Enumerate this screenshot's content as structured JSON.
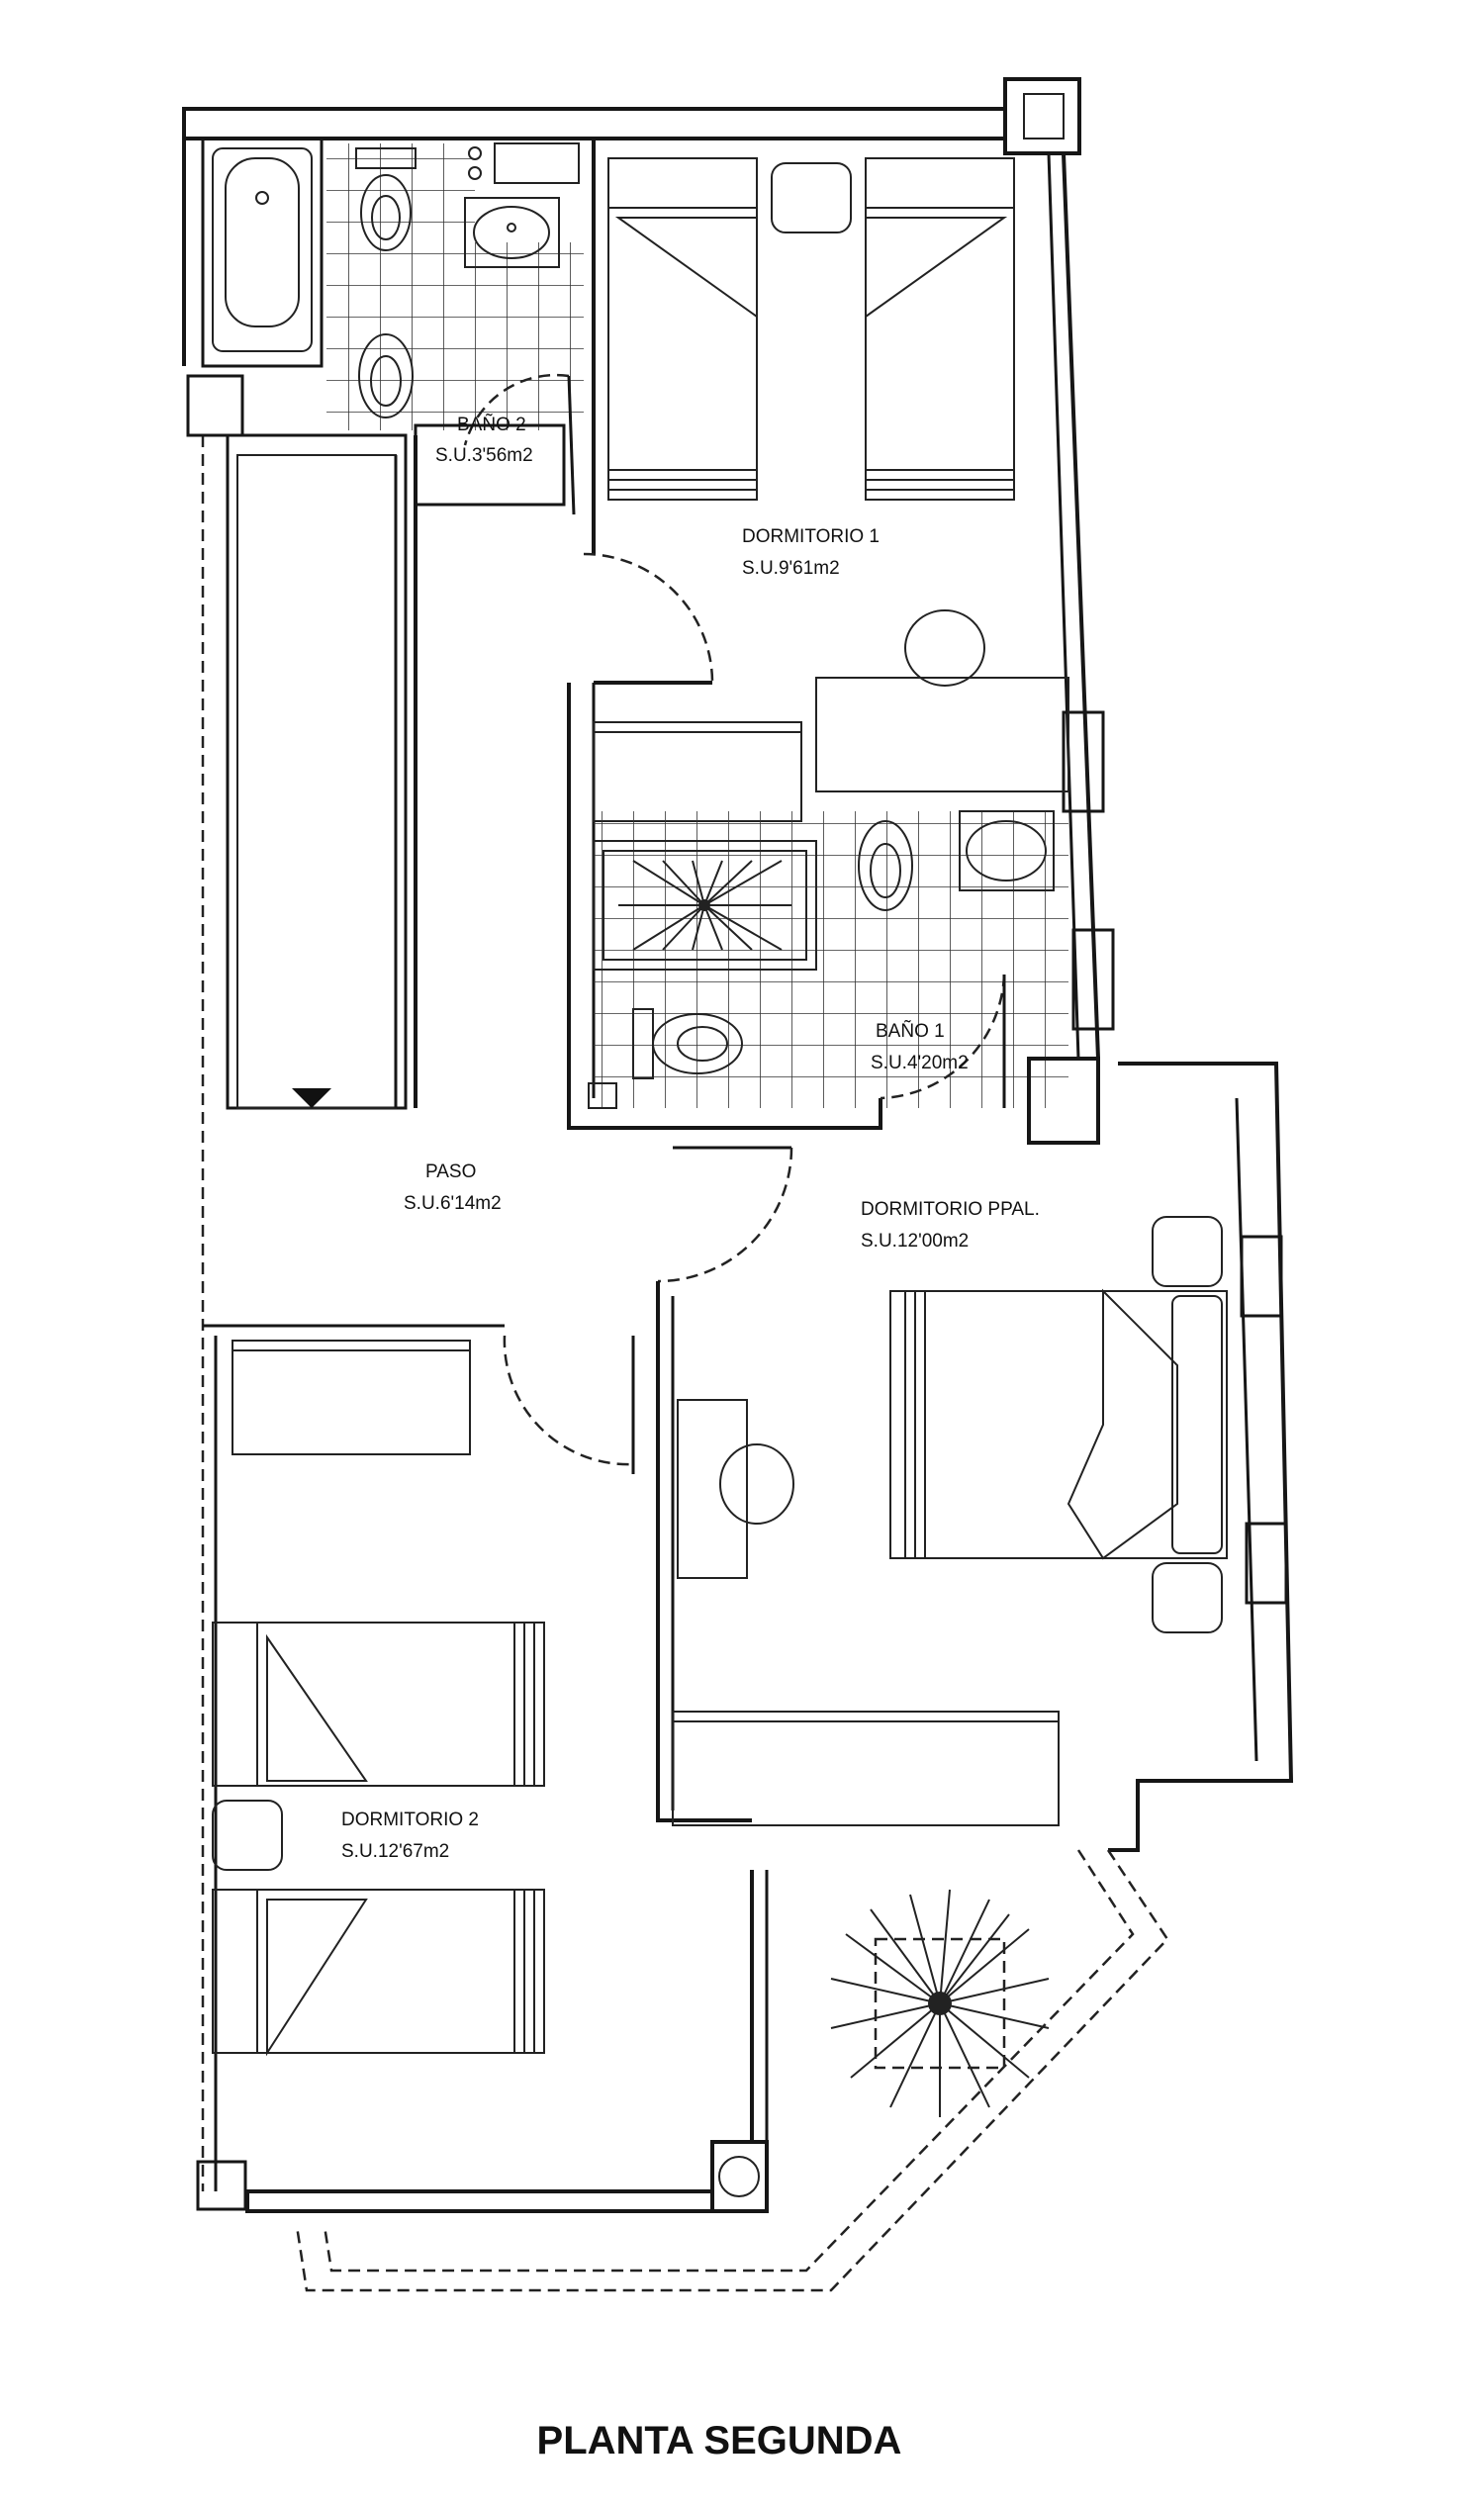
{
  "title": "PLANTA SEGUNDA",
  "rooms": {
    "bano2": {
      "name": "BAÑO 2",
      "area": "S.U.3'56m2"
    },
    "dormitorio1": {
      "name": "DORMITORIO 1",
      "area": "S.U.9'61m2"
    },
    "bano1": {
      "name": "BAÑO 1",
      "area": "S.U.4'20m2"
    },
    "paso": {
      "name": "PASO",
      "area": "S.U.6'14m2"
    },
    "ppal": {
      "name": "DORMITORIO PPAL.",
      "area": "S.U.12'00m2"
    },
    "dormitorio2": {
      "name": "DORMITORIO 2",
      "area": "S.U.12'67m2"
    }
  }
}
